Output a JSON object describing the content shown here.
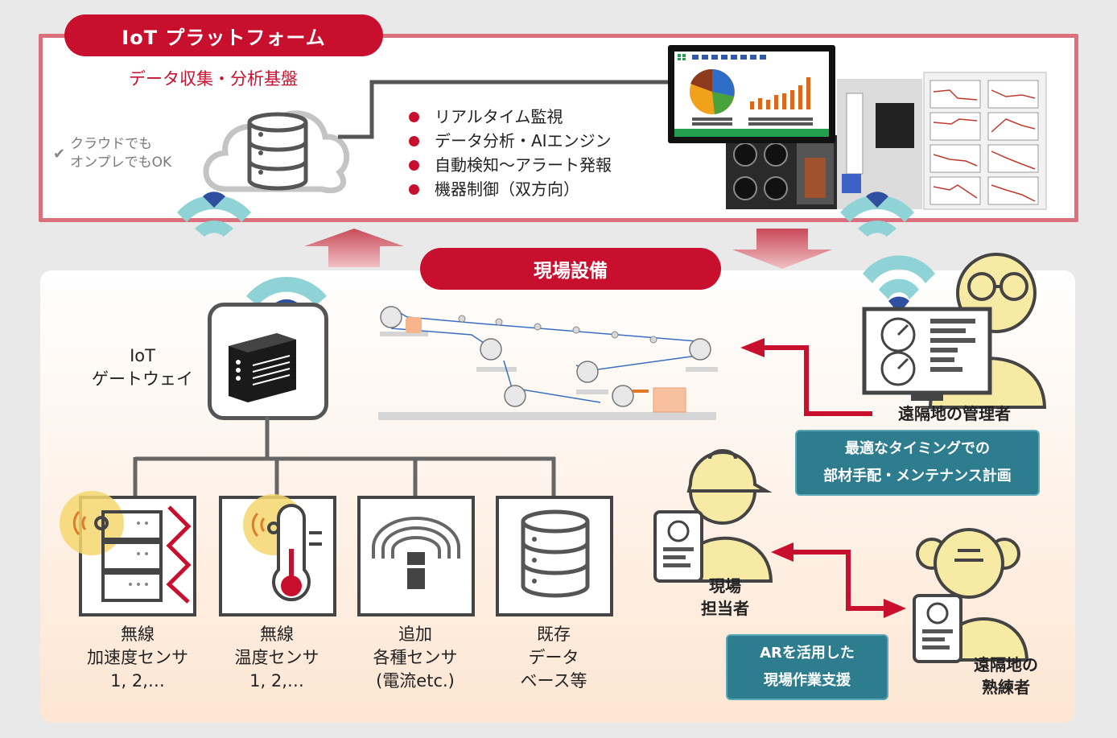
{
  "platform": {
    "title": "IoT プラットフォーム",
    "subtitle": "データ収集・分析基盤",
    "cloud_note_line1": "クラウドでも",
    "cloud_note_line2": "オンプレでもOK",
    "check_icon": "check-icon",
    "features": [
      "リアルタイム監視",
      "データ分析・AIエンジン",
      "自動検知～アラート発報",
      "機器制御（双方向）"
    ]
  },
  "site": {
    "title": "現場設備",
    "gateway_line1": "IoT",
    "gateway_line2": "ゲートウェイ",
    "sensors": [
      {
        "line1": "無線",
        "line2": "加速度センサ",
        "line3": "1, 2,…"
      },
      {
        "line1": "無線",
        "line2": "温度センサ",
        "line3": "1, 2,…"
      },
      {
        "line1": "追加",
        "line2": "各種センサ",
        "line3": "(電流etc.)"
      },
      {
        "line1": "既存",
        "line2": "データ",
        "line3": "ベース等"
      }
    ],
    "remote_manager": "遠隔地の管理者",
    "manager_box_line1": "最適なタイミングでの",
    "manager_box_line2": "部材手配・メンテナンス計画",
    "field_worker_line1": "現場",
    "field_worker_line2": "担当者",
    "expert_line1": "遠隔地の",
    "expert_line2": "熟練者",
    "ar_box_line1": "ARを活用した",
    "ar_box_line2": "現場作業支援"
  },
  "colors": {
    "brand_red": "#c8102e",
    "frame_pink": "#d9707c",
    "teal": "#2e7d8e",
    "person_yellow": "#f7eaa5",
    "wifi_teal": "#8fd3d6",
    "wifi_blue": "#2f4fa0"
  }
}
